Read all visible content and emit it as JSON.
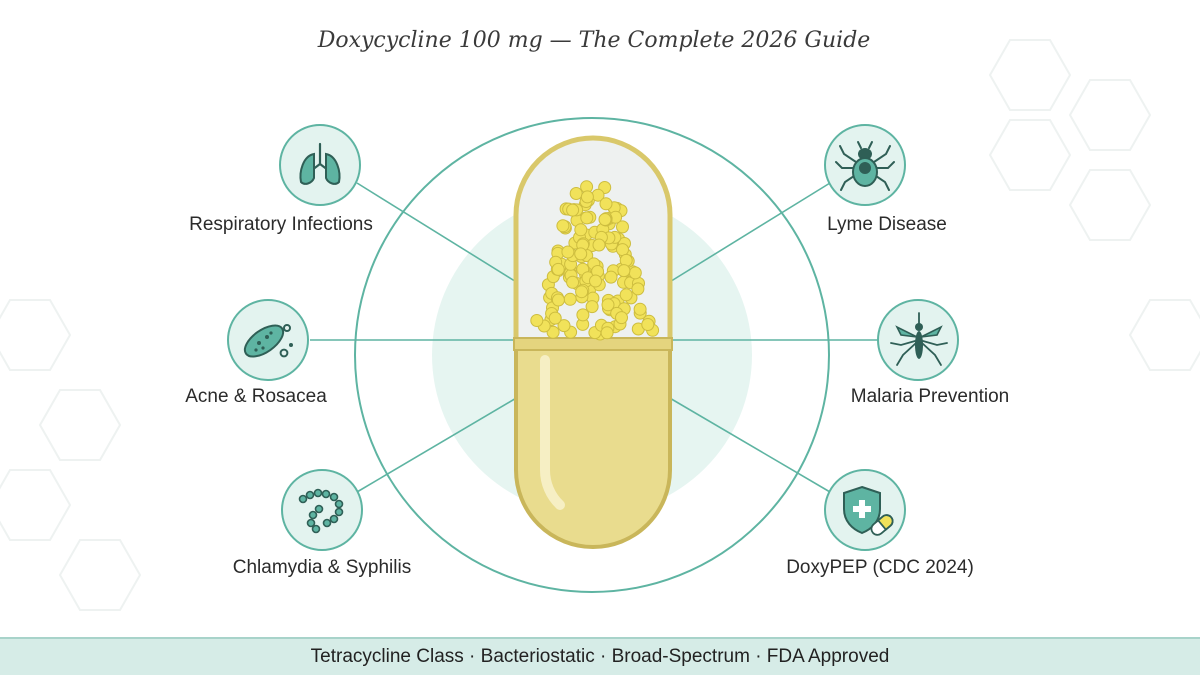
{
  "title": "Doxycycline 100 mg — The Complete 2026 Guide",
  "uses": [
    {
      "label": "Respiratory Infections",
      "icon": "lungs-icon"
    },
    {
      "label": "Acne & Rosacea",
      "icon": "bacteria-icon"
    },
    {
      "label": "Chlamydia & Syphilis",
      "icon": "spirochete-icon"
    },
    {
      "label": "Lyme Disease",
      "icon": "tick-icon"
    },
    {
      "label": "Malaria Prevention",
      "icon": "mosquito-icon"
    },
    {
      "label": "DoxyPEP (CDC 2024)",
      "icon": "shield-capsule-icon"
    }
  ],
  "footer": "Tetracycline Class · Bacteriostatic · Broad-Spectrum · FDA Approved",
  "colors": {
    "accent": "#5eb4a2",
    "icon_fill": "#e3f3ef",
    "capsule_body": "#e9dc8e",
    "granule": "#f1e25a",
    "footer_bg": "#d6ece7"
  }
}
